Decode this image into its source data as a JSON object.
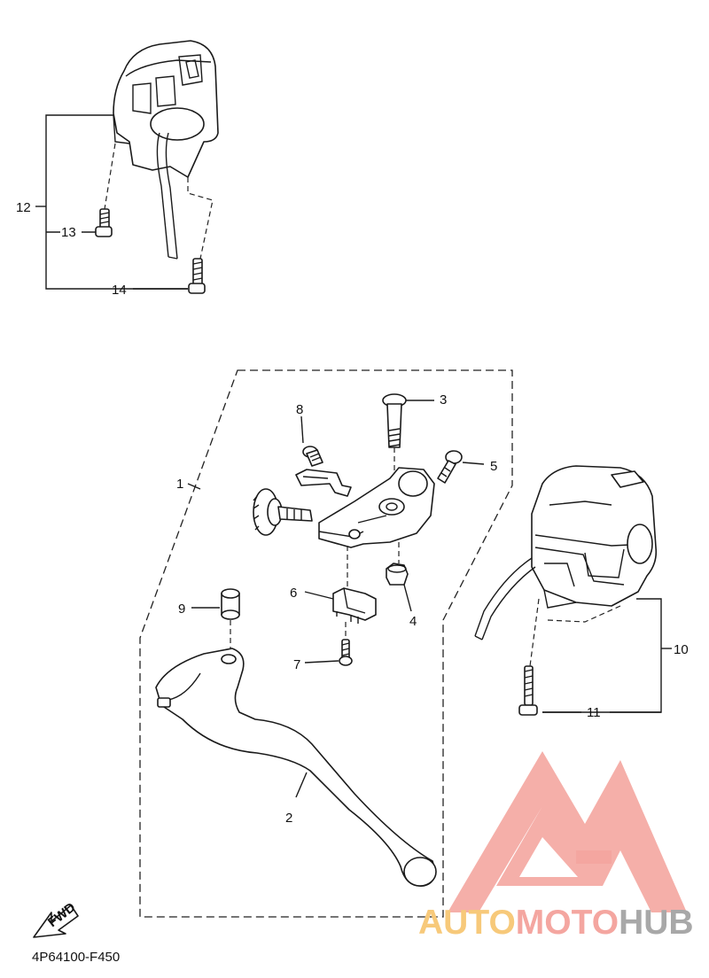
{
  "callouts": [
    {
      "id": "1",
      "text": "1"
    },
    {
      "id": "2",
      "text": "2"
    },
    {
      "id": "3",
      "text": "3"
    },
    {
      "id": "4",
      "text": "4"
    },
    {
      "id": "5",
      "text": "5"
    },
    {
      "id": "6",
      "text": "6"
    },
    {
      "id": "7",
      "text": "7"
    },
    {
      "id": "8",
      "text": "8"
    },
    {
      "id": "9",
      "text": "9"
    },
    {
      "id": "10",
      "text": "10"
    },
    {
      "id": "11",
      "text": "11"
    },
    {
      "id": "12",
      "text": "12"
    },
    {
      "id": "13",
      "text": "13"
    },
    {
      "id": "14",
      "text": "14"
    }
  ],
  "fwd_label": "FWD",
  "diagram_code": "4P64100-F450",
  "watermark": {
    "part1": "AUTO",
    "part2": "MOTO",
    "part3": "HUB",
    "color_auto": "#f7c97a",
    "color_moto": "#f4a6a0",
    "color_hub": "#a8a8a8",
    "logo_color": "#f4a6a0"
  }
}
